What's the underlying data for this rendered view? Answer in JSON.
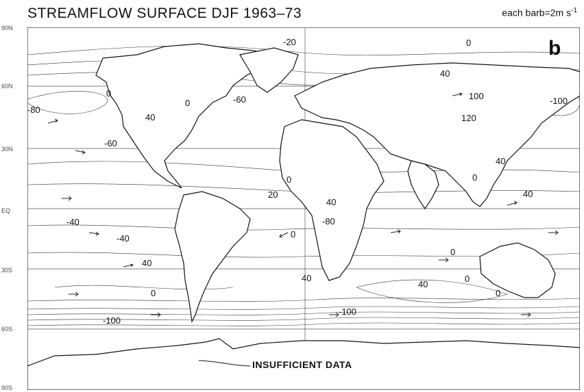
{
  "title": "STREAMFLOW SURFACE DJF 1963–73",
  "barb_note": "each barb=2m s",
  "barb_note_sup": "-1",
  "panel_letter": "b",
  "lat_labels": [
    "90N",
    "60N",
    "30N",
    "EQ",
    "30S",
    "60S",
    "90S"
  ],
  "insufficient_label": "INSUFFICIENT DATA",
  "contour_labels": [
    {
      "text": "-20"
    },
    {
      "text": "0"
    },
    {
      "text": "40"
    },
    {
      "text": "0"
    },
    {
      "text": "-80"
    },
    {
      "text": "0"
    },
    {
      "text": "-60"
    },
    {
      "text": "40"
    },
    {
      "text": "100"
    },
    {
      "text": "-100"
    },
    {
      "text": "120"
    },
    {
      "text": "-60"
    },
    {
      "text": "40"
    },
    {
      "text": "0"
    },
    {
      "text": "20"
    },
    {
      "text": "0"
    },
    {
      "text": "40"
    },
    {
      "text": "-40"
    },
    {
      "text": "40"
    },
    {
      "text": "-80"
    },
    {
      "text": "0"
    },
    {
      "text": "-40"
    },
    {
      "text": "0"
    },
    {
      "text": "40"
    },
    {
      "text": "0"
    },
    {
      "text": "0"
    },
    {
      "text": "0"
    },
    {
      "text": "40"
    },
    {
      "text": "40"
    },
    {
      "text": "-100"
    },
    {
      "text": "-100"
    }
  ]
}
